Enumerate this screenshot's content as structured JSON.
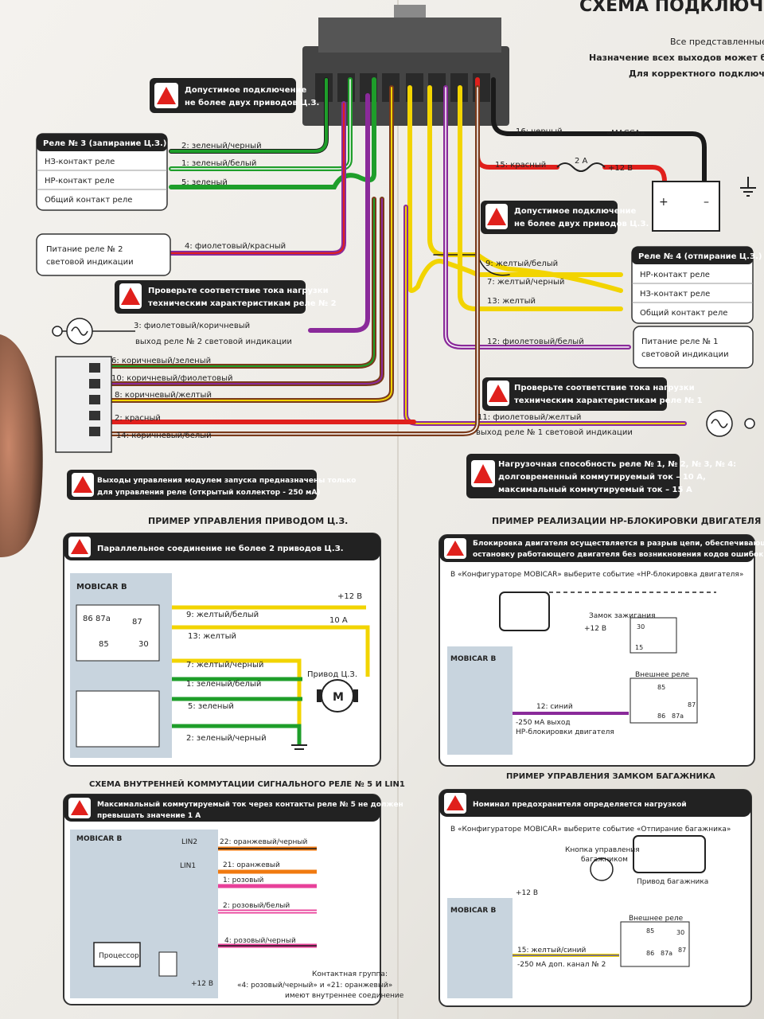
{
  "header": {
    "title": "СХЕМА ПОДКЛЮЧЕН",
    "sub1": "Все представленные схе",
    "sub2": "Назначение всех выходов может быть изм",
    "sub3": "Для корректного подключения М"
  },
  "warnings": {
    "w1": [
      "Допустимое подключение",
      "не более двух приводов Ц.З."
    ],
    "w2": [
      "Допустимое подключение",
      "не более двух приводов Ц.З."
    ],
    "w3": [
      "Проверьте соответствие тока нагрузки",
      "техническим характеристикам реле № 2"
    ],
    "w4": [
      "Проверьте соответствие тока нагрузки",
      "техническим характеристикам реле № 1"
    ],
    "w5": [
      "Нагрузочная способность реле № 1, № 2, № 3, № 4:",
      "долговременный коммутируемый ток – 10 А,",
      "максимальный коммутируемый ток – 15 А"
    ],
    "w6": [
      "Выходы управления модулем запуска предназначены только",
      "для управления реле (открытый коллектор - 250 мА)"
    ]
  },
  "relay3": {
    "title": "Реле № 3 (запирание Ц.З.)",
    "rows": [
      "НЗ-контакт реле",
      "НР-контакт реле",
      "Общий контакт реле"
    ]
  },
  "relay4": {
    "title": "Реле № 4 (отпирание Ц.З.)",
    "rows": [
      "НР-контакт реле",
      "НЗ-контакт реле",
      "Общий контакт реле"
    ]
  },
  "relay2_power": [
    "Питание реле № 2",
    "световой индикации"
  ],
  "relay1_power": [
    "Питание реле № 1",
    "световой индикации"
  ],
  "wires": {
    "w2": "2: зеленый/черный",
    "w1": "1: зеленый/белый",
    "w5": "5: зеленый",
    "w4": "4: фиолетовый/красный",
    "w3": "3: фиолетовый/коричневый",
    "w3_desc": "выход реле № 2 световой индикации",
    "w6": "6: коричневый/зеленый",
    "w10": "10: коричневый/фиолетовый",
    "w8": "8: коричневый/желтый",
    "w2r": "2: красный",
    "w14": "14: коричневый/белый",
    "w16": "16: черный",
    "massa": "«МАССА»",
    "w15": "15: красный",
    "fuse": "2 А",
    "plus12": "+12 В",
    "w9": "9: желтый/белый",
    "w7": "7: желтый/черный",
    "w13": "13: желтый",
    "w12": "12: фиолетовый/белый",
    "w11": "11: фиолетовый/желтый",
    "w11_desc": "выход реле № 1 световой индикации"
  },
  "sections": {
    "cz_title": "ПРИМЕР УПРАВЛЕНИЯ ПРИВОДОМ Ц.З.",
    "cz_warn": "Параллельное соединение не более 2 приводов Ц.З.",
    "nr_title": "ПРИМЕР РЕАЛИЗАЦИИ НР-БЛОКИРОВКИ ДВИГАТЕЛЯ",
    "nr_warn": [
      "Блокировка двигателя осуществляется в разрыв цепи, обеспечивающей",
      "остановку работающего двигателя без возникновения кодов ошибок"
    ],
    "relay5_title": "СХЕМА ВНУТРЕННЕЙ КОММУТАЦИИ СИГНАЛЬНОГО РЕЛЕ № 5 И LIN1",
    "relay5_warn": [
      "Максимальный коммутируемый ток через контакты реле № 5 не должен",
      "превышать значение 1 А"
    ],
    "trunk_title": "ПРИМЕР УПРАВЛЕНИЯ ЗАМКОМ БАГАЖНИКА",
    "trunk_warn": "Номинал предохранителя определяется нагрузкой"
  },
  "cz_example": {
    "module": "MOBICAR B",
    "w9": "9: желтый/белый",
    "w13": "13: желтый",
    "w7": "7: желтый/черный",
    "w1": "1: зеленый/белый",
    "w5": "5: зеленый",
    "w2": "2: зеленый/черный",
    "plus": "+12 В",
    "fuse": "10 А",
    "actuator": "Привод Ц.З.",
    "motor": "M",
    "c86": "86",
    "c87a": "87a",
    "c87": "87",
    "c85": "85",
    "c30": "30"
  },
  "nr_example": {
    "config": "В «Конфигураторе MOBICAR» выберите событие «НР-блокировка двигателя»",
    "ignition": "Замок зажигания",
    "plus": "+12 В",
    "module": "MOBICAR B",
    "ext_relay": "Внешнее реле",
    "w12": "12: синий",
    "out1": "-250 мА выход",
    "out2": "НР-блокировки двигателя",
    "c30": "30",
    "c15": "15",
    "c85": "85",
    "c86": "86",
    "c87a": "87a",
    "c87": "87"
  },
  "relay5": {
    "module": "MOBICAR B",
    "lin2": "LIN2",
    "lin1": "LIN1",
    "w22": "22: оранжевый/черный",
    "w21": "21: оранжевый",
    "w1": "1: розовый",
    "w2": "2: розовый/белый",
    "w4": "4: розовый/черный",
    "cpu": "Процессор",
    "plus": "+12 В",
    "note": [
      "Контактная группа:",
      "«4: розовый/черный» и «21: оранжевый»",
      "имеют внутреннее соединение"
    ]
  },
  "trunk": {
    "config": "В «Конфигураторе MOBICAR» выберите событие «Отпирание багажника»",
    "button": [
      "Кнопка управления",
      "багажником"
    ],
    "drive": "Привод багажника",
    "plus": "+12 В",
    "module": "MOBICAR B",
    "ext_relay": "Внешнее реле",
    "w15": "15: желтый/синий",
    "out": "-250 мА доп. канал № 2",
    "c30": "30",
    "c85": "85",
    "c86": "86",
    "c87a": "87a",
    "c87": "87"
  },
  "colors": {
    "green": "#1e9e2a",
    "yellow": "#f2d400",
    "red": "#e0201c",
    "violet": "#8a2a9a",
    "brown": "#7a3a1a",
    "orange": "#f07a10",
    "pink": "#e8409a",
    "black": "#1a1a1a"
  }
}
